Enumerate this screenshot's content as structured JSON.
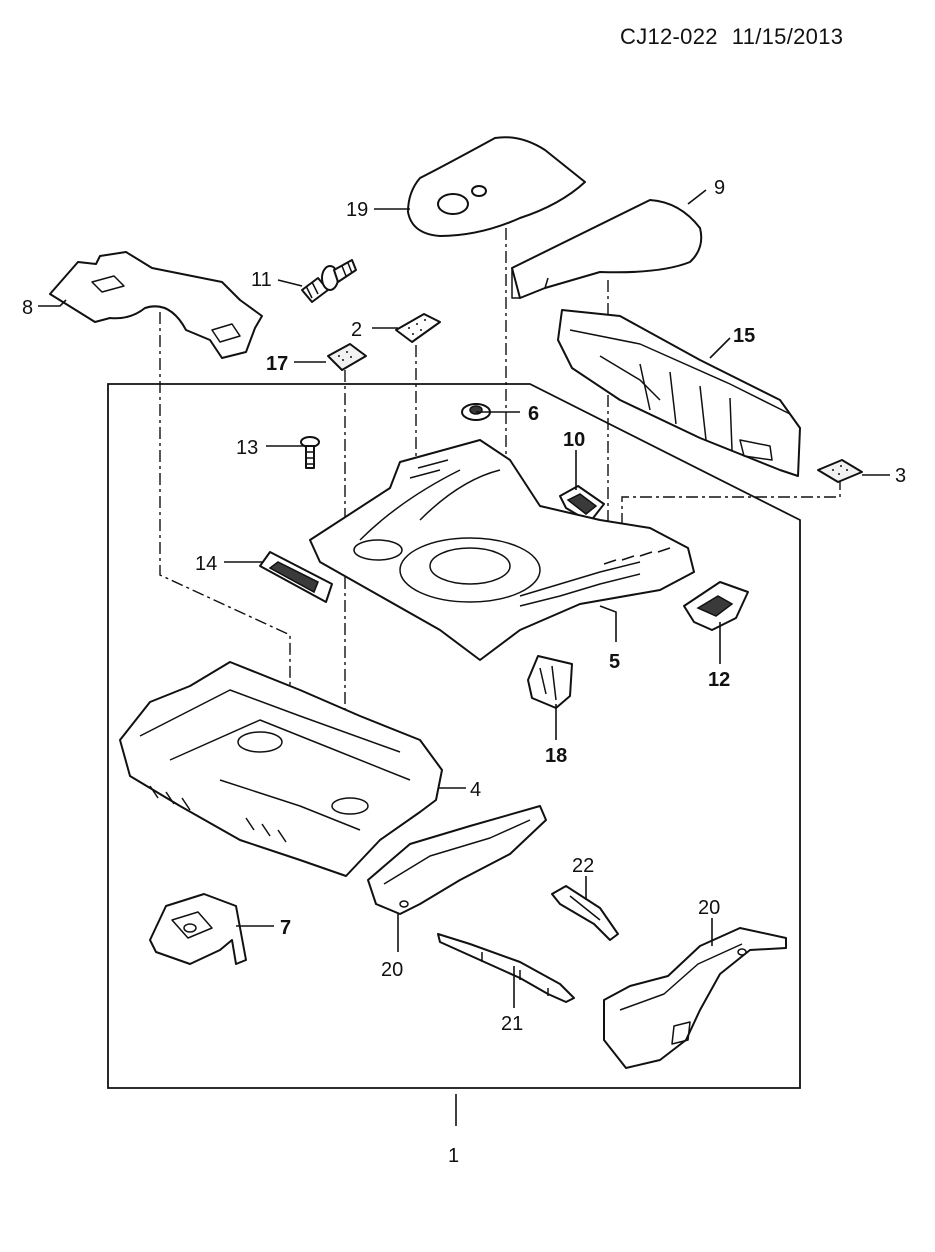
{
  "header": {
    "code": "CJ12-022",
    "date": "11/15/2013"
  },
  "callouts": {
    "c1": "1",
    "c2": "2",
    "c3": "3",
    "c4": "4",
    "c5": "5",
    "c6": "6",
    "c7": "7",
    "c8": "8",
    "c9": "9",
    "c10": "10",
    "c11": "11",
    "c12": "12",
    "c13": "13",
    "c14": "14",
    "c15": "15",
    "c17": "17",
    "c18": "18",
    "c19": "19",
    "c20a": "20",
    "c20b": "20",
    "c21": "21",
    "c22": "22"
  }
}
